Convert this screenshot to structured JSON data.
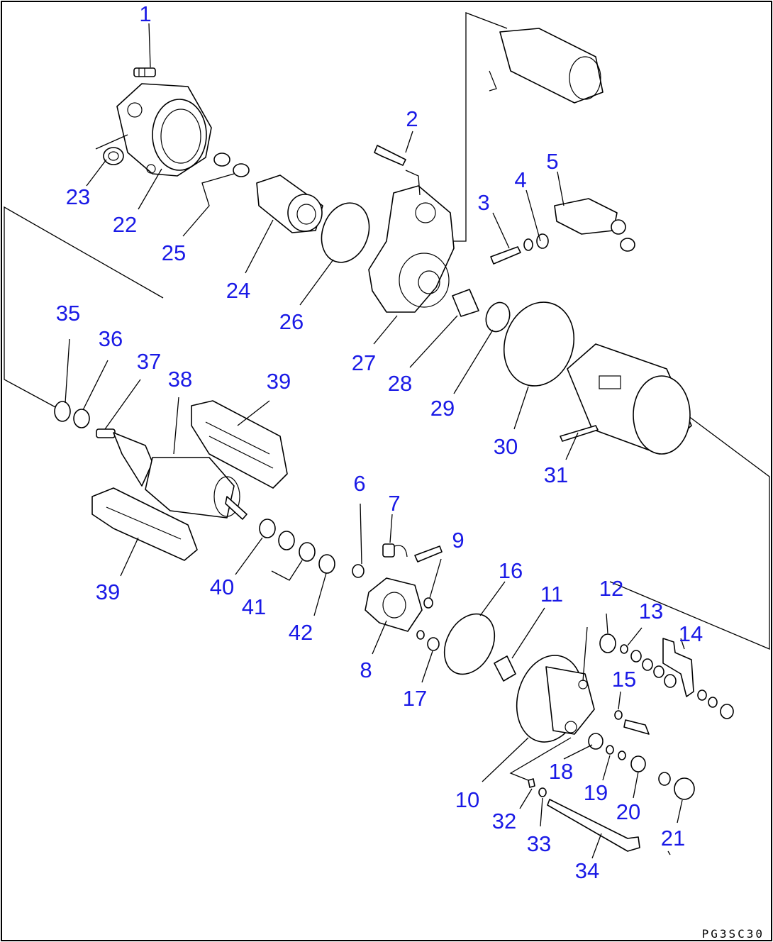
{
  "drawing_code": "PG3SC30",
  "callouts": [
    "1",
    "2",
    "3",
    "4",
    "5",
    "6",
    "7",
    "8",
    "9",
    "10",
    "11",
    "12",
    "13",
    "14",
    "15",
    "16",
    "17",
    "18",
    "19",
    "20",
    "21",
    "22",
    "23",
    "24",
    "25",
    "26",
    "27",
    "28",
    "29",
    "30",
    "31",
    "32",
    "33",
    "34",
    "35",
    "36",
    "37",
    "38",
    "39",
    "39",
    "40",
    "41",
    "42"
  ]
}
